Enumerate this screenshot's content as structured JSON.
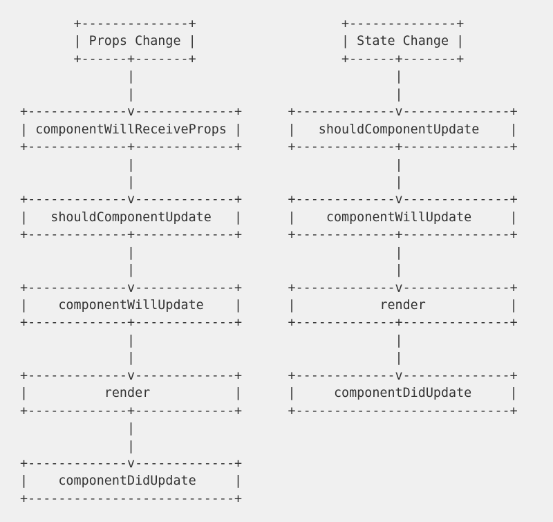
{
  "page": {
    "background_color": "#f0f0f0",
    "text_color": "#333333"
  },
  "diagram": {
    "kind": "ascii-flowchart",
    "flows": [
      {
        "trigger": "Props Change",
        "steps": [
          "componentWillReceiveProps",
          "shouldComponentUpdate",
          "componentWillUpdate",
          "render",
          "componentDidUpdate"
        ]
      },
      {
        "trigger": "State Change",
        "steps": [
          "shouldComponentUpdate",
          "componentWillUpdate",
          "render",
          "componentDidUpdate"
        ]
      }
    ],
    "ascii_lines": [
      "       +--------------+                   +--------------+",
      "       | Props Change |                   | State Change |",
      "       +------+-------+                   +------+-------+",
      "              |                                  |",
      "              |                                  |",
      "+-------------v-------------+      +-------------v--------------+",
      "| componentWillReceiveProps |      |   shouldComponentUpdate    |",
      "+-------------+-------------+      +-------------+--------------+",
      "              |                                  |",
      "              |                                  |",
      "+-------------v-------------+      +-------------v--------------+",
      "|   shouldComponentUpdate   |      |    componentWillUpdate     |",
      "+-------------+-------------+      +-------------+--------------+",
      "              |                                  |",
      "              |                                  |",
      "+-------------v-------------+      +-------------v--------------+",
      "|    componentWillUpdate    |      |           render           |",
      "+-------------+-------------+      +-------------+--------------+",
      "              |                                  |",
      "              |                                  |",
      "+-------------v-------------+      +-------------v--------------+",
      "|          render           |      |     componentDidUpdate     |",
      "+-------------+-------------+      +----------------------------+",
      "              |",
      "              |",
      "+-------------v-------------+",
      "|    componentDidUpdate     |",
      "+---------------------------+"
    ]
  }
}
